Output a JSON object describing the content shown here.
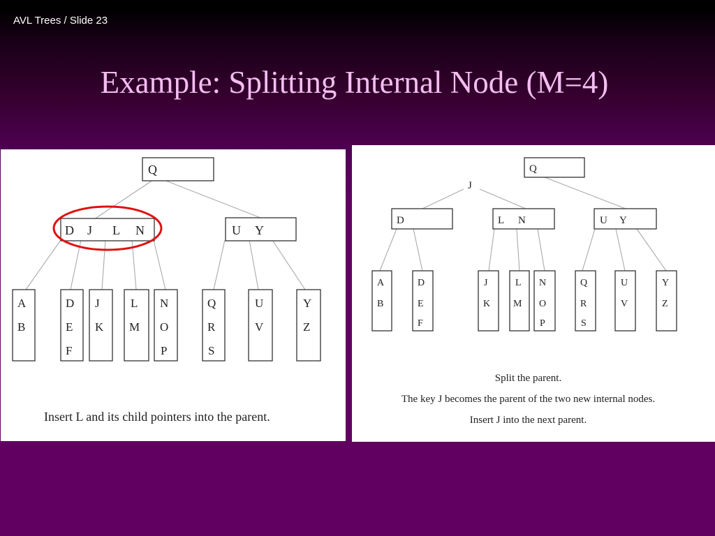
{
  "slide": {
    "breadcrumb": "AVL Trees / Slide 23",
    "title": "Example: Splitting Internal Node (M=4)"
  },
  "colors": {
    "title": "#f3bdf0",
    "highlight_ellipse": "#e01010",
    "background": "#620062"
  },
  "left": {
    "root": [
      "Q"
    ],
    "internal": [
      {
        "name": "node-djln",
        "keys": [
          "D",
          "J",
          "L",
          "N"
        ]
      },
      {
        "name": "node-uy",
        "keys": [
          "U",
          "Y"
        ]
      }
    ],
    "leaves": [
      [
        "A",
        "B"
      ],
      [
        "D",
        "E",
        "F"
      ],
      [
        "J",
        "K"
      ],
      [
        "L",
        "M"
      ],
      [
        "N",
        "O",
        "P"
      ],
      [
        "Q",
        "R",
        "S"
      ],
      [
        "U",
        "V"
      ],
      [
        "Y",
        "Z"
      ]
    ],
    "caption": "Insert L and its child pointers into the parent."
  },
  "right": {
    "root": [
      "Q"
    ],
    "promoted_key": "J",
    "internal": [
      {
        "name": "node-d",
        "keys": [
          "D"
        ]
      },
      {
        "name": "node-ln",
        "keys": [
          "L",
          "N"
        ]
      },
      {
        "name": "node-uy",
        "keys": [
          "U",
          "Y"
        ]
      }
    ],
    "leaves": [
      [
        "A",
        "B"
      ],
      [
        "D",
        "E",
        "F"
      ],
      [
        "J",
        "K"
      ],
      [
        "L",
        "M"
      ],
      [
        "N",
        "O",
        "P"
      ],
      [
        "Q",
        "R",
        "S"
      ],
      [
        "U",
        "V"
      ],
      [
        "Y",
        "Z"
      ]
    ],
    "captions": [
      "Split the parent.",
      "The key J becomes the parent of the two new internal nodes.",
      "Insert J into the next parent."
    ]
  }
}
